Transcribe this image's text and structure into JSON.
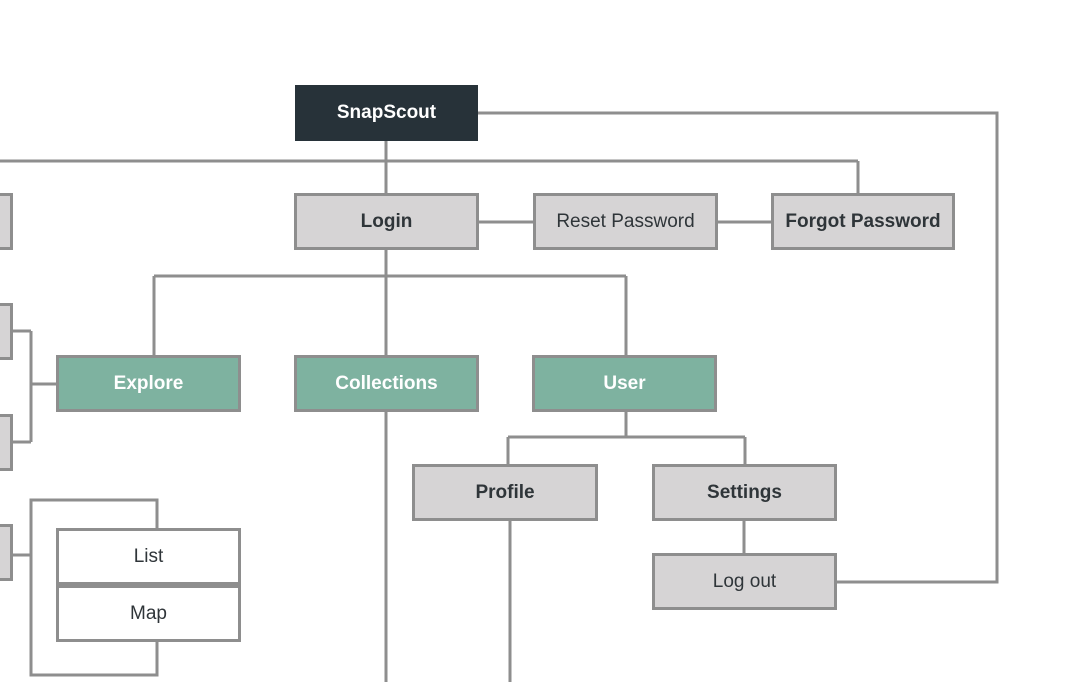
{
  "diagram": {
    "root": "SnapScout",
    "login": "Login",
    "reset_password": "Reset Password",
    "forgot_password": "Forgot Password",
    "explore": "Explore",
    "collections": "Collections",
    "user": "User",
    "profile": "Profile",
    "settings": "Settings",
    "log_out": "Log out",
    "list": "List",
    "map": "Map"
  },
  "colors": {
    "root_fill": "#273239",
    "section_fill": "#7eb2a0",
    "page_fill": "#d6d4d5",
    "connector": "#8e8e8e"
  }
}
